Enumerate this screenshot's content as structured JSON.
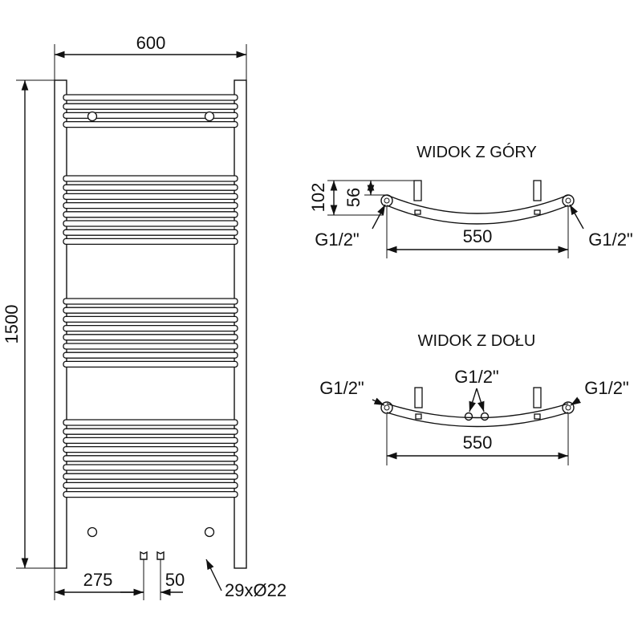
{
  "front_view": {
    "width_label": "600",
    "height_label": "1500",
    "left_offset_label": "275",
    "connector_spacing_label": "50",
    "tube_label": "29xØ22",
    "rail_groups": [
      {
        "count": 4
      },
      {
        "count": 8
      },
      {
        "count": 8
      },
      {
        "count": 9
      }
    ]
  },
  "top_view": {
    "title": "WIDOK Z GÓRY",
    "depth_outer_label": "102",
    "depth_inner_label": "56",
    "connector_left_label": "G1/2\"",
    "connector_right_label": "G1/2\"",
    "span_label": "550"
  },
  "bottom_view": {
    "title": "WIDOK Z DOŁU",
    "connector_left_label": "G1/2\"",
    "connector_center_label": "G1/2\"",
    "connector_right_label": "G1/2\"",
    "span_label": "550"
  }
}
